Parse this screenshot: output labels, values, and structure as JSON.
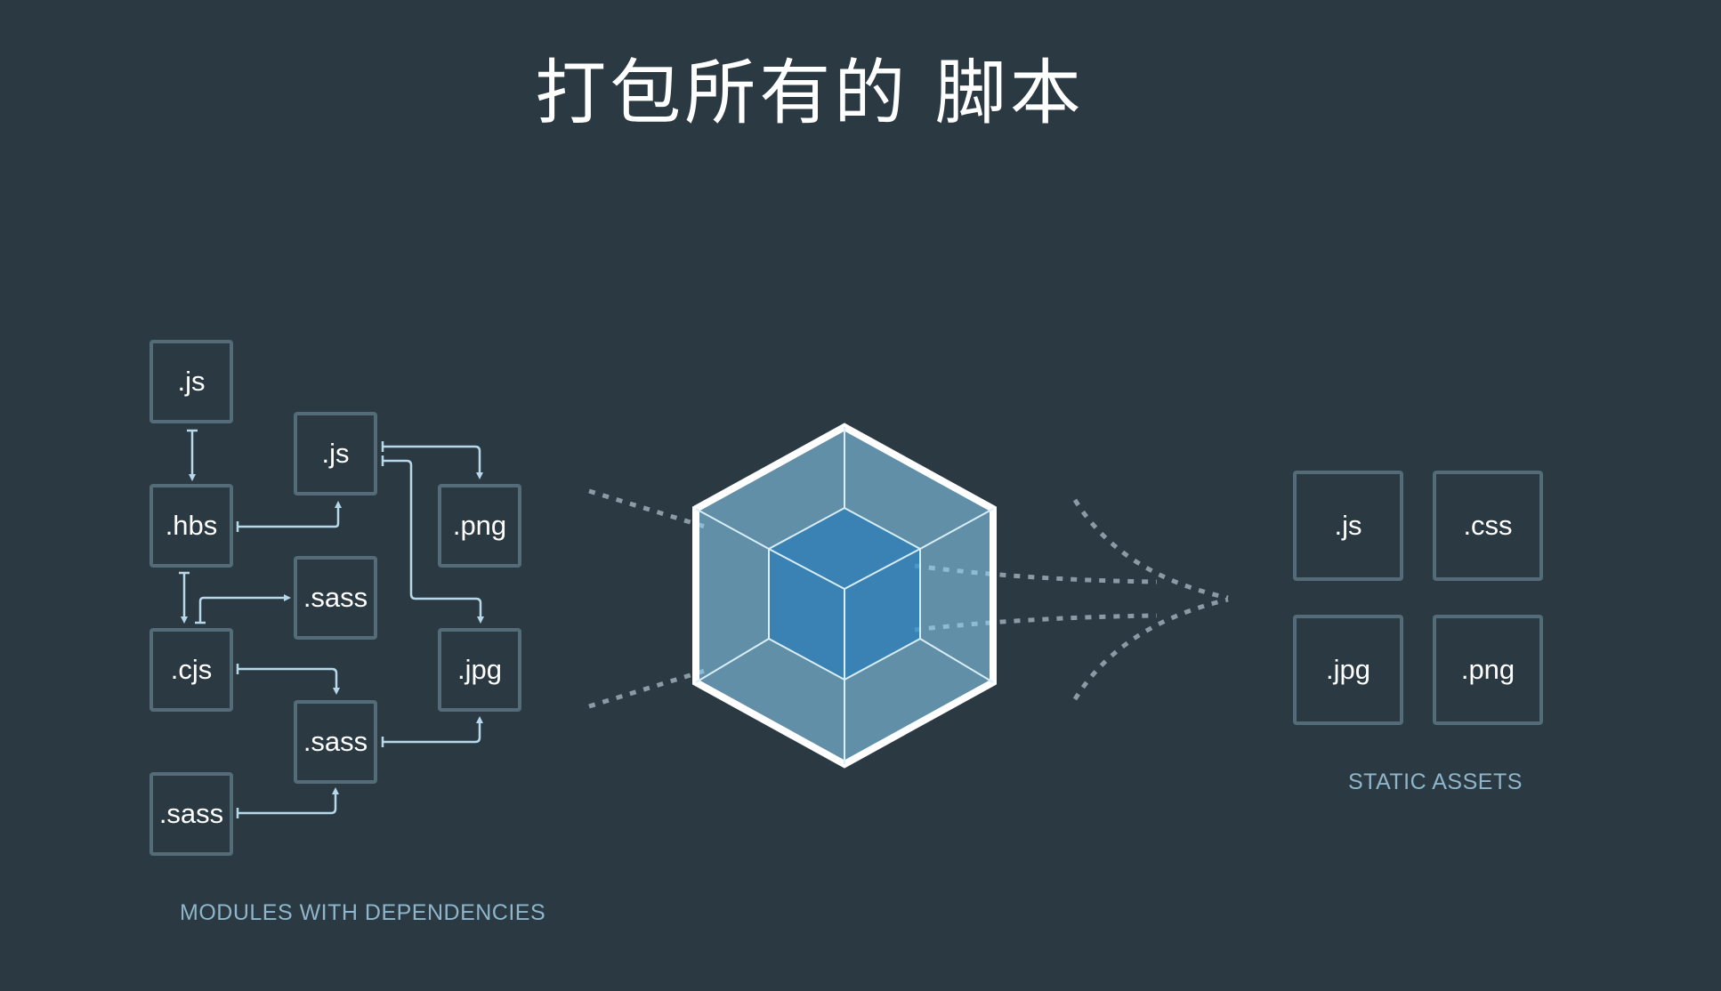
{
  "title": "打包所有的 脚本",
  "modules": {
    "caption": "MODULES WITH DEPENDENCIES",
    "nodes": [
      {
        "label": ".js"
      },
      {
        "label": ".js"
      },
      {
        "label": ".hbs"
      },
      {
        "label": ".png"
      },
      {
        "label": ".sass"
      },
      {
        "label": ".cjs"
      },
      {
        "label": ".jpg"
      },
      {
        "label": ".sass"
      },
      {
        "label": ".sass"
      }
    ]
  },
  "assets": {
    "caption": "STATIC ASSETS",
    "items": [
      {
        "label": ".js"
      },
      {
        "label": ".css"
      },
      {
        "label": ".jpg"
      },
      {
        "label": ".png"
      }
    ]
  },
  "colors": {
    "background": "#2b3a42",
    "box_border": "#546b78",
    "arrow": "#b7d8ea",
    "cube_outer": "#8ed6fb",
    "cube_inner": "#1c78c0",
    "caption": "#8fb5ca"
  }
}
